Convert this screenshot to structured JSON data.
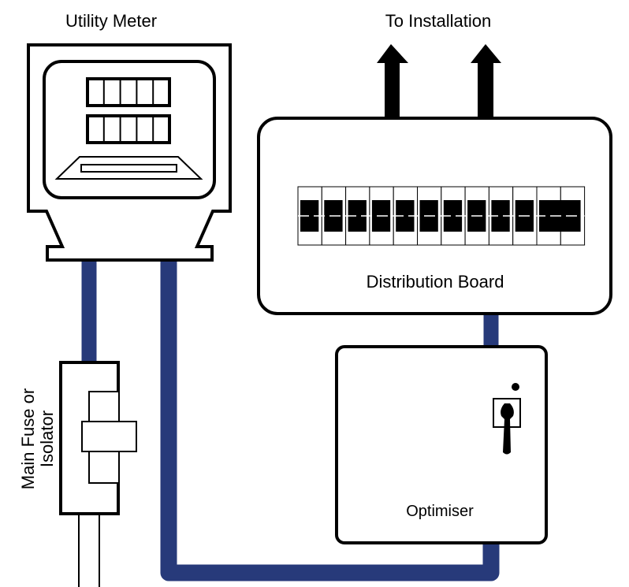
{
  "labels": {
    "utility_meter": "Utility Meter",
    "to_installation": "To Installation",
    "distribution_board": "Distribution Board",
    "main_fuse_line1": "Main Fuse or",
    "main_fuse_line2": "Isolator",
    "optimiser": "Optimiser"
  },
  "colors": {
    "cable": "#273a7a",
    "stroke": "#000000",
    "background": "#ffffff"
  },
  "distribution_board": {
    "breaker_count": 12
  }
}
